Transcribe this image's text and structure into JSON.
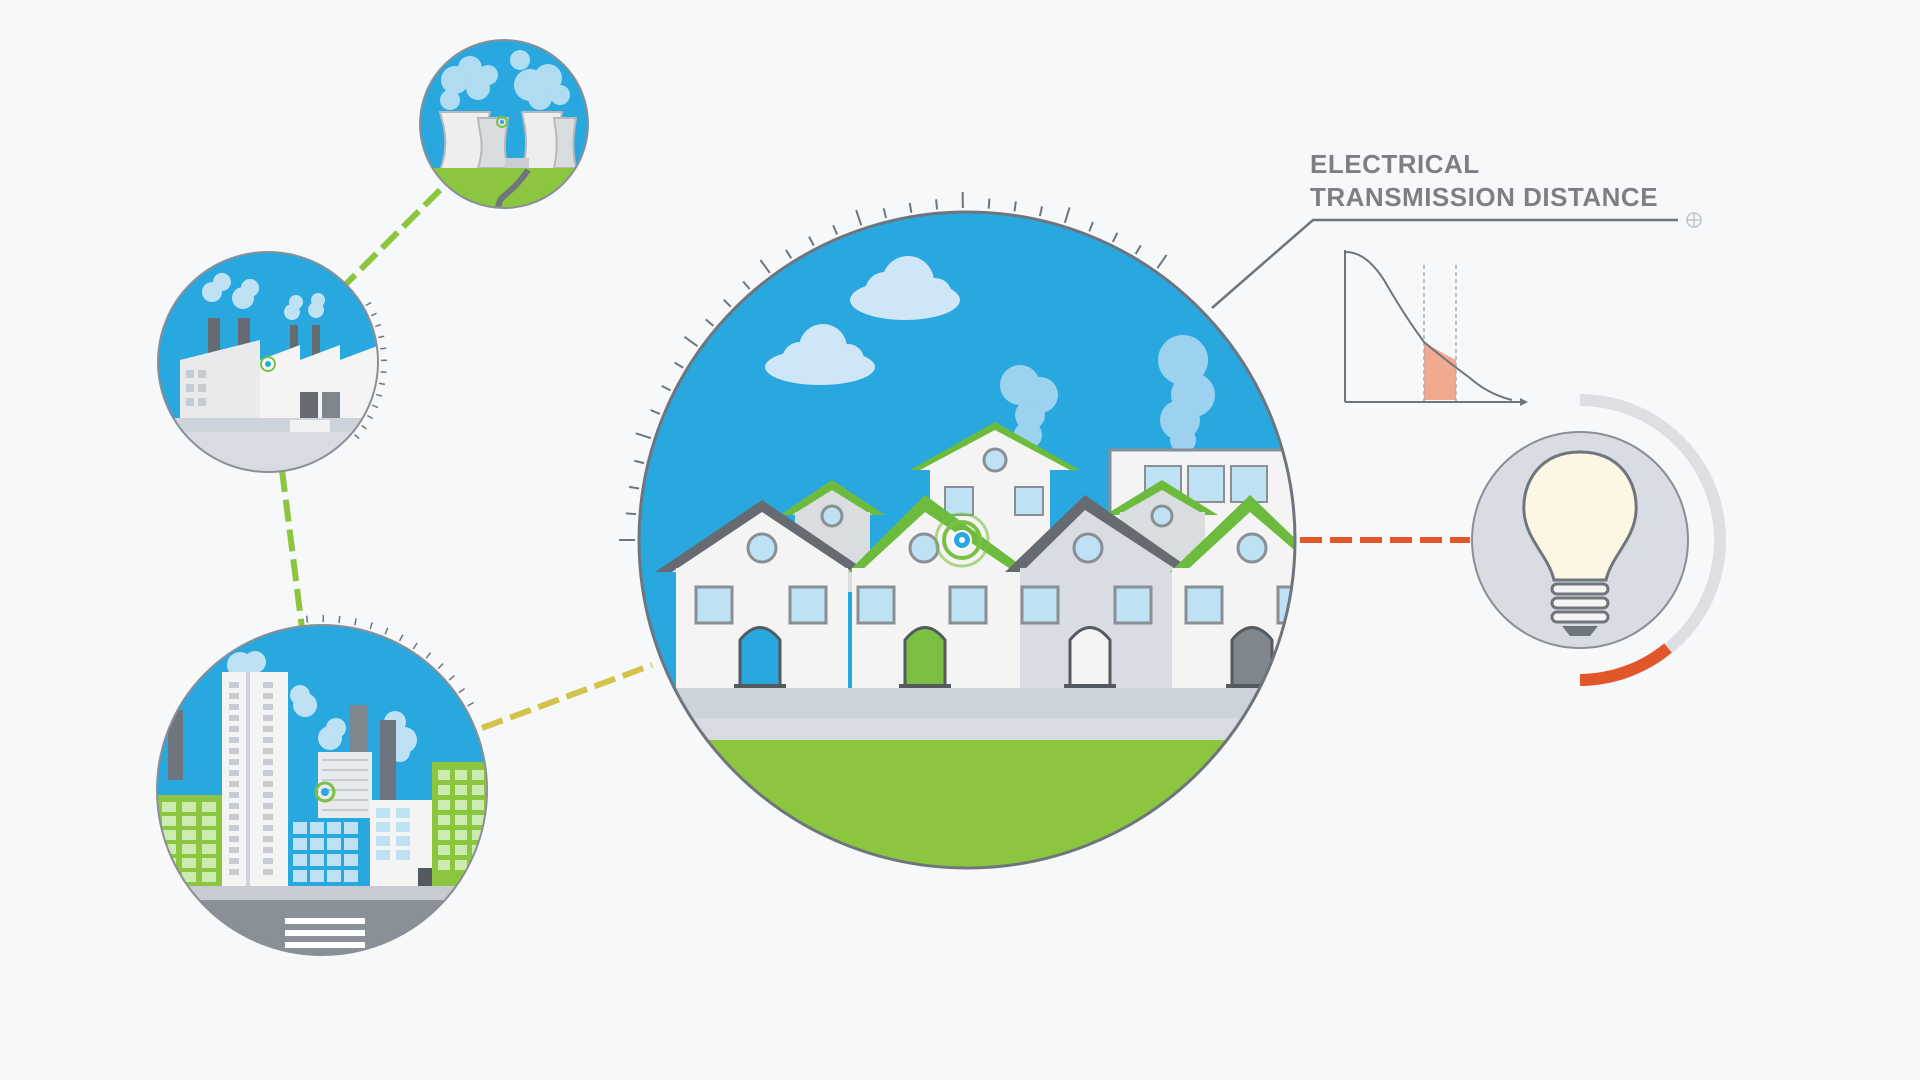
{
  "diagram": {
    "callout": {
      "line1": "ELECTRICAL",
      "line2": "TRANSMISSION DISTANCE"
    },
    "nodes": [
      {
        "name": "power-plant-node",
        "icon": "cooling-towers-icon"
      },
      {
        "name": "factory-node",
        "icon": "factory-icon"
      },
      {
        "name": "city-node",
        "icon": "city-buildings-icon"
      },
      {
        "name": "houses-node",
        "icon": "houses-icon"
      },
      {
        "name": "lightbulb-node",
        "icon": "lightbulb-icon"
      }
    ],
    "colors": {
      "sky": "#29a8e0",
      "grass": "#8cc63f",
      "accent_green": "#7bc043",
      "roof_green": "#6dbb3c",
      "building_white": "#f2f2f2",
      "building_gray": "#d8dde3",
      "road": "#cdd3da",
      "line_gray": "#777c82",
      "text_gray": "#7d7f82",
      "orange": "#e2572a",
      "shaded_area": "#f1a98f"
    }
  }
}
